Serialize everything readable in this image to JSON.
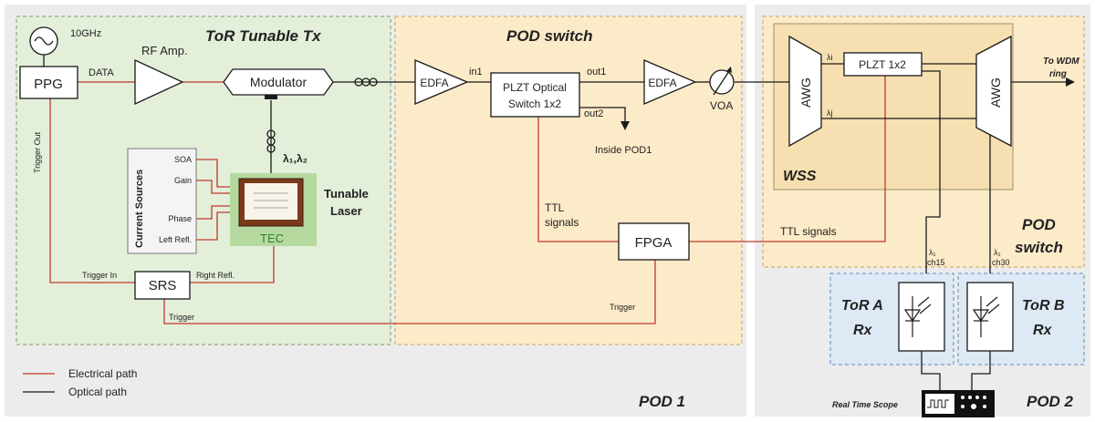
{
  "labels": {
    "pod1": "POD 1",
    "pod2": "POD 2",
    "tor_tunable_tx": "ToR Tunable Tx",
    "pod_switch_1": "POD switch",
    "pod_switch_2_line1": "POD",
    "pod_switch_2_line2": "switch",
    "freq": "10GHz",
    "ppg": "PPG",
    "data": "DATA",
    "rf_amp": "RF Amp.",
    "modulator": "Modulator",
    "lambda12": "λ₁,λ₂",
    "trigger_out": "Trigger Out",
    "current_sources": "Current Sources",
    "soa": "SOA",
    "gain": "Gain",
    "phase": "Phase",
    "left_refl": "Left Refl.",
    "right_refl": "Right Refl.",
    "tunable": "Tunable",
    "laser": "Laser",
    "tec": "TEC",
    "trigger_in": "Trigger In",
    "srs": "SRS",
    "trigger_a": "Trigger",
    "trigger_b": "Trigger",
    "edfa1": "EDFA",
    "in1": "in1",
    "plzt_line1": "PLZT Optical",
    "plzt_line2": "Switch 1x2",
    "out1": "out1",
    "out2": "out2",
    "inside_pod1": "Inside POD1",
    "edfa2": "EDFA",
    "voa": "VOA",
    "ttl1": "TTL",
    "ttl2": "signals",
    "fpga": "FPGA",
    "ttl_signals": "TTL signals",
    "awg_left": "AWG",
    "awg_right": "AWG",
    "plzt_1x2": "PLZT 1x2",
    "lambda_i": "λi",
    "lambda_j": "λj",
    "to_wdm_1": "To WDM",
    "to_wdm_2": "ring",
    "wss": "WSS",
    "rx_a_l1": "ToR A",
    "rx_a_l2": "Rx",
    "rx_b_l1": "ToR B",
    "rx_b_l2": "Rx",
    "ch_a_l1": "λ₁",
    "ch_a_l2": "ch15",
    "ch_b_l1": "λ₁",
    "ch_b_l2": "ch30",
    "scope": "Real Time Scope",
    "legend_electrical": "Electrical path",
    "legend_optical": "Optical path"
  },
  "colors": {
    "electrical": "#c0392b",
    "optical": "#1a1a1a",
    "tx_region": "#e3efd9",
    "switch_region": "#fcebc8",
    "rx_region": "#dde9f5",
    "pod_bg": "#ececec"
  }
}
